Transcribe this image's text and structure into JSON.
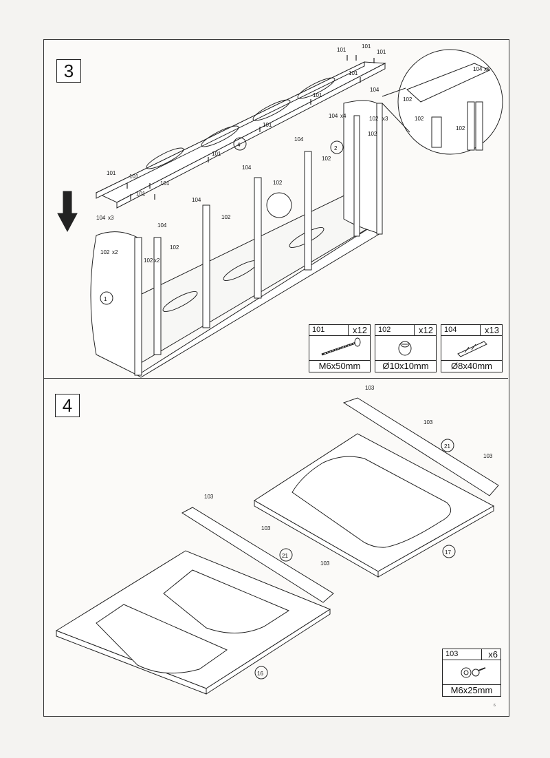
{
  "steps": {
    "step3": "3",
    "step4": "4"
  },
  "step3_labels": {
    "part1": "1",
    "part2": "2",
    "part4": "4",
    "bolt": "101",
    "cam": "102",
    "dowel": "104",
    "x2": "x2",
    "x3": "x3",
    "x4": "x4",
    "x5": "x5"
  },
  "step4_labels": {
    "part16": "16",
    "part17": "17",
    "part21": "21",
    "screw": "103"
  },
  "hardware": [
    {
      "number": "101",
      "qty": "x12",
      "size": "M6x50mm"
    },
    {
      "number": "102",
      "qty": "x12",
      "size": "Ø10x10mm"
    },
    {
      "number": "104",
      "qty": "x13",
      "size": "Ø8x40mm"
    },
    {
      "number": "103",
      "qty": "x6",
      "size": "M6x25mm"
    }
  ],
  "page_number": "6"
}
